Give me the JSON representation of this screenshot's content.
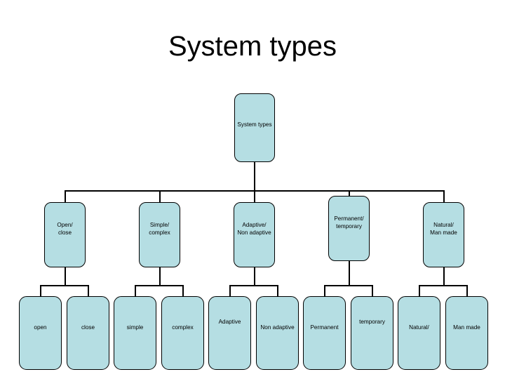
{
  "slide": {
    "title": "System types",
    "background_color": "#ffffff",
    "node_fill_color": "#b5dee3",
    "node_border_color": "#000000",
    "connector_color": "#000000"
  },
  "diagram": {
    "type": "tree",
    "root": {
      "label": "System types"
    },
    "branches": [
      {
        "label_line1": "Open/",
        "label_line2": "close",
        "children": [
          {
            "label": "open"
          },
          {
            "label": "close"
          }
        ]
      },
      {
        "label_line1": "Simple/",
        "label_line2": "complex",
        "children": [
          {
            "label": "simple"
          },
          {
            "label": "complex"
          }
        ]
      },
      {
        "label_line1": "Adaptive/",
        "label_line2": "Non adaptive",
        "children": [
          {
            "label": "Adaptive"
          },
          {
            "label": "Non adaptive"
          }
        ]
      },
      {
        "label_line1": "Permanent/",
        "label_line2": "temporary",
        "children": [
          {
            "label": "Permanent"
          },
          {
            "label": "temporary"
          }
        ]
      },
      {
        "label_line1": "Natural/",
        "label_line2": "Man made",
        "children": [
          {
            "label": "Natural/"
          },
          {
            "label": "Man made"
          }
        ]
      }
    ]
  }
}
